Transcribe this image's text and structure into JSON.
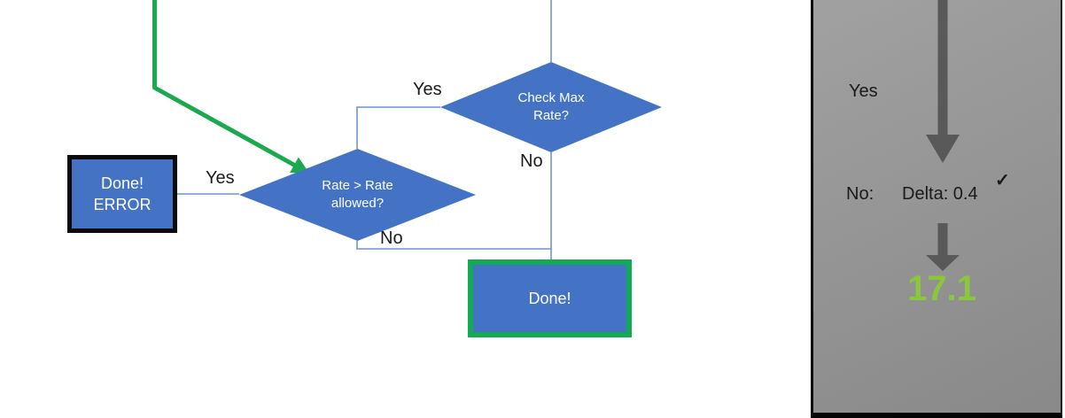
{
  "flowchart": {
    "decisions": {
      "check_max_rate": {
        "label": "Check Max\nRate?"
      },
      "rate_allowed": {
        "label": "Rate > Rate\nallowed?"
      }
    },
    "terminals": {
      "done_error": {
        "label": "Done!\nERROR"
      },
      "done": {
        "label": "Done!"
      }
    },
    "edge_labels": {
      "check_max_yes": "Yes",
      "check_max_no": "No",
      "rate_allowed_yes": "Yes",
      "rate_allowed_no": "No"
    }
  },
  "side_panel": {
    "yes_label": "Yes",
    "no_label": "No:",
    "delta_text": "Delta: 0.4",
    "checkmark": "✓",
    "result_value": "17.1"
  },
  "colors": {
    "node_fill_blue": "#4472C4",
    "connector_blue": "#6F94C9",
    "flow_green": "#1BA94F",
    "done_border_green": "#12AB54",
    "result_green": "#8CC63F",
    "arrow_gray": "#595959",
    "panel_gray": "#949494"
  }
}
